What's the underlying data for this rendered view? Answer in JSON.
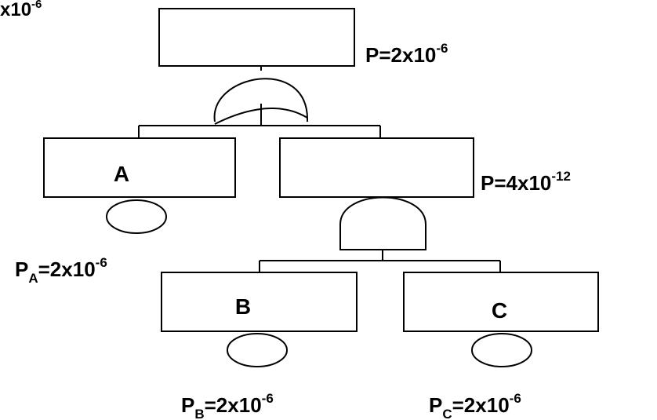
{
  "diagram": {
    "corner_label": {
      "base": "x10",
      "exp": "-6"
    },
    "top_event": {
      "label": "",
      "probability": {
        "base": "P=2x10",
        "exp": "-6"
      }
    },
    "event_a": {
      "label": "A",
      "probability": {
        "prefix": "P",
        "sub": "A",
        "base": "=2x10",
        "exp": "-6"
      }
    },
    "intermediate_event": {
      "label": "",
      "probability": {
        "base": "P=4x10",
        "exp": "-12"
      }
    },
    "event_b": {
      "label": "B",
      "probability": {
        "prefix": "P",
        "sub": "B",
        "base": "=2x10",
        "exp": "-6"
      }
    },
    "event_c": {
      "label": "C",
      "probability": {
        "prefix": "P",
        "sub": "C",
        "base": "=2x10",
        "exp": "-6"
      }
    },
    "gates": {
      "top": "or-gate",
      "middle": "and-gate"
    },
    "colors": {
      "stroke": "#000000",
      "background": "#ffffff"
    }
  }
}
